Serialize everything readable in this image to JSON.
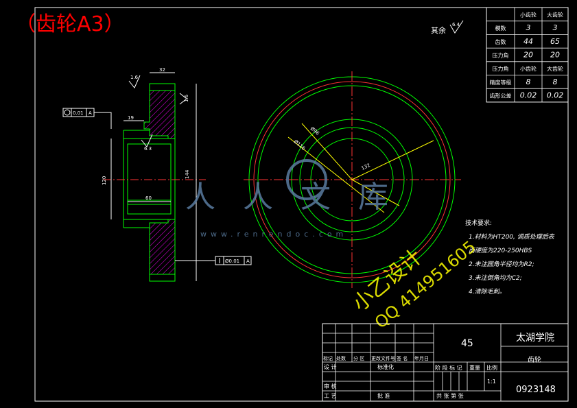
{
  "title": "（齿轮A3）",
  "surface_note": {
    "prefix": "其余",
    "value": "6.4"
  },
  "param_table": {
    "header": [
      "",
      "小齿轮",
      "大齿轮"
    ],
    "rows": [
      {
        "label": "模数",
        "small": "3",
        "large": "3"
      },
      {
        "label": "齿数",
        "small": "44",
        "large": "65"
      },
      {
        "label": "压力角",
        "small": "20",
        "large": "20"
      },
      {
        "label": "压力角",
        "small": "小齿轮",
        "large": "大齿轮"
      },
      {
        "label": "精度等级",
        "small": "8",
        "large": "8"
      },
      {
        "label": "齿形公差",
        "small": "0.02",
        "large": "0.02"
      }
    ]
  },
  "section_dims": {
    "width_top": "32",
    "roughness_top": "1.6",
    "roughness_right": "1.6",
    "roughness_bore": "6.3",
    "groove_width": "19",
    "bore_len": "60",
    "bore_dia": "120",
    "outer_dia": "144",
    "tol_left": "0.01",
    "tol_left_ref": "A",
    "tol_bottom": "Ø0.01",
    "tol_bottom_ref": "A"
  },
  "circle_dims": {
    "d1": "Ø96",
    "d2": "Ø116",
    "r": "132"
  },
  "tech_req": {
    "heading": "技术要求:",
    "items": [
      "1.材料为HT200, 调质处理后表",
      "面硬度为220-250HBS",
      "2.未注圆角半径均为R2;",
      "3.未注倒角均为C2;",
      "4.清除毛刺。"
    ]
  },
  "watermark": {
    "brand": "人人文库",
    "url": "www.renrendoc.com",
    "designer": "小乙设计",
    "qq": "QQ 414951605"
  },
  "title_block": {
    "material": "45",
    "school": "太湖学院",
    "part_name": "齿轮",
    "drawing_no": "0923148",
    "scale": "1:1",
    "row_labels": [
      "标记",
      "处数",
      "分 区",
      "更改文件号",
      "签 名",
      "年月日"
    ],
    "design": "设 计",
    "std": "标准化",
    "check": "审 核",
    "process": "工 艺",
    "approve": "批 准",
    "stage": "阶 段 标 记",
    "weight": "重量",
    "ratio": "比例",
    "sheets": "共   张      第   张"
  },
  "colors": {
    "background": "#000000",
    "frame": "#ffffff",
    "title": "#ff0000",
    "geometry": "#00ff00",
    "center": "#ff3333",
    "hatch": "#ff00ff",
    "dim": "#ffff00",
    "text": "#ffffff",
    "watermark": "#5a7ca0"
  }
}
